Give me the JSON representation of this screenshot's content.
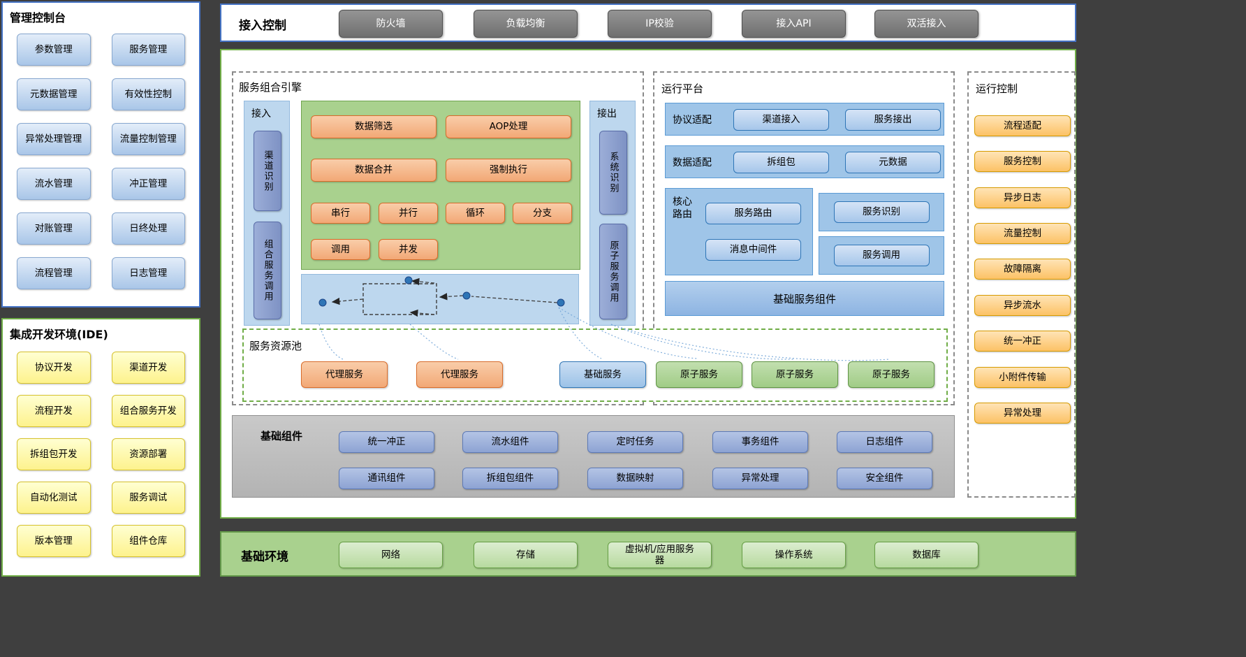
{
  "colors": {
    "canvas_bg": "#3f3f3f",
    "blue_border": "#4472c4",
    "green_border": "#70ad47",
    "orange_fill": "#f4b183",
    "light_blue": "#bdd7ee",
    "green_fill": "#a9d18e",
    "gray_fill": "#808080",
    "steel_blue": "#8fa7d9",
    "gold_fill": "#ffd27f"
  },
  "management_console": {
    "title": "管理控制台",
    "items": [
      "参数管理",
      "服务管理",
      "元数据管理",
      "有效性控制",
      "异常处理管理",
      "流量控制管理",
      "流水管理",
      "冲正管理",
      "对账管理",
      "日终处理",
      "流程管理",
      "日志管理"
    ]
  },
  "ide": {
    "title": "集成开发环境(IDE)",
    "items": [
      "协议开发",
      "渠道开发",
      "流程开发",
      "组合服务开发",
      "拆组包开发",
      "资源部署",
      "自动化测试",
      "服务调试",
      "版本管理",
      "组件仓库"
    ]
  },
  "access_control": {
    "title": "接入控制",
    "items": [
      "防火墙",
      "负载均衡",
      "IP校验",
      "接入API",
      "双活接入"
    ]
  },
  "composition_engine": {
    "title": "服务组合引擎",
    "inlet": {
      "label": "接入",
      "items": [
        "渠道识别",
        "组合服务调用"
      ]
    },
    "outlet": {
      "label": "接出",
      "items": [
        "系统识别",
        "原子服务调用"
      ]
    },
    "ops_large": [
      "数据筛选",
      "AOP处理",
      "数据合并",
      "强制执行"
    ],
    "ops_small": [
      "串行",
      "并行",
      "循环",
      "分支",
      "调用",
      "并发"
    ]
  },
  "runtime_platform": {
    "title": "运行平台",
    "protocol_row": {
      "label": "协议适配",
      "buttons": [
        "渠道接入",
        "服务接出"
      ]
    },
    "data_row": {
      "label": "数据适配",
      "buttons": [
        "拆组包",
        "元数据"
      ]
    },
    "core_box": {
      "label": "核心路由",
      "buttons": [
        "服务路由",
        "消息中间件"
      ]
    },
    "side_buttons": [
      "服务识别",
      "服务调用"
    ],
    "base_bar": "基础服务组件"
  },
  "resource_pool": {
    "title": "服务资源池",
    "items": [
      "代理服务",
      "代理服务",
      "基础服务",
      "原子服务",
      "原子服务",
      "原子服务"
    ]
  },
  "base_components": {
    "title": "基础组件",
    "items": [
      "统一冲正",
      "流水组件",
      "定时任务",
      "事务组件",
      "日志组件",
      "通讯组件",
      "拆组包组件",
      "数据映射",
      "异常处理",
      "安全组件"
    ]
  },
  "runtime_control": {
    "title": "运行控制",
    "items": [
      "流程适配",
      "服务控制",
      "异步日志",
      "流量控制",
      "故障隔离",
      "异步流水",
      "统一冲正",
      "小附件传输",
      "异常处理"
    ]
  },
  "base_environment": {
    "title": "基础环境",
    "items": [
      "网络",
      "存储",
      "虚拟机/应用服务器",
      "操作系统",
      "数据库"
    ]
  }
}
